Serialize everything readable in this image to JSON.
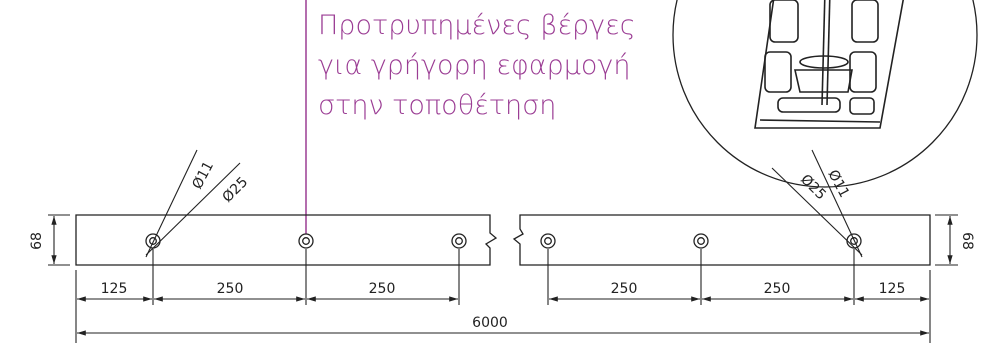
{
  "callout": {
    "lines": [
      "Προτρυπημένες βέργες",
      "για γρήγορη εφαρμογή",
      "στην τοποθέτηση"
    ],
    "color": "#9b3d94"
  },
  "diagram": {
    "height_left": "68",
    "height_right": "68",
    "hole_small_diameter": "Ø11",
    "hole_large_diameter": "Ø25",
    "left_spacings": [
      "125",
      "250",
      "250"
    ],
    "right_spacings": [
      "250",
      "250",
      "125"
    ],
    "total_length": "6000",
    "line_color": "#222222"
  }
}
